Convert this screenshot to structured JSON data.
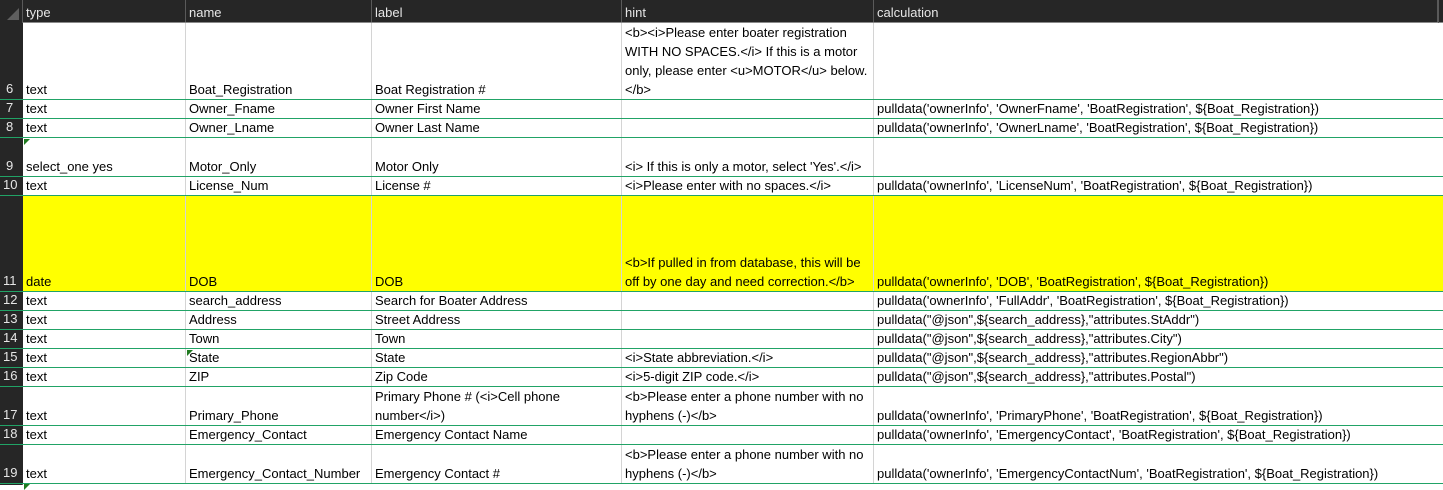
{
  "spreadsheet": {
    "columns": [
      {
        "key": "type",
        "header": "type"
      },
      {
        "key": "name",
        "header": "name"
      },
      {
        "key": "label",
        "header": "label"
      },
      {
        "key": "hint",
        "header": "hint"
      },
      {
        "key": "calculation",
        "header": "calculation"
      }
    ],
    "colors": {
      "header_bg": "#262626",
      "header_text": "#e6e6e6",
      "row_border": "#21a366",
      "highlight": "#ffff00",
      "comment_marker": "#1f7a1f"
    },
    "rows": [
      {
        "num": "6",
        "type": "text",
        "name": "Boat_Registration",
        "label": "Boat Registration #",
        "hint": "<b><i>Please enter boater registration WITH NO SPACES.</i> If this is a motor only, please enter <u>MOTOR</u> below. </b>",
        "calculation": ""
      },
      {
        "num": "7",
        "type": "text",
        "name": "Owner_Fname",
        "label": "Owner First Name",
        "hint": "",
        "calculation": "pulldata('ownerInfo', 'OwnerFname', 'BoatRegistration', ${Boat_Registration})"
      },
      {
        "num": "8",
        "type": "text",
        "name": "Owner_Lname",
        "label": "Owner Last Name",
        "hint": "",
        "calculation": "pulldata('ownerInfo', 'OwnerLname', 'BoatRegistration', ${Boat_Registration})"
      },
      {
        "num": "9",
        "type": "select_one yes",
        "name": "Motor_Only",
        "label": "Motor Only",
        "hint": "<i> If this is only a motor, select 'Yes'.</i>",
        "calculation": ""
      },
      {
        "num": "10",
        "type": "text",
        "name": "License_Num",
        "label": "License #",
        "hint": "<i>Please enter with no spaces.</i>",
        "calculation": "pulldata('ownerInfo', 'LicenseNum', 'BoatRegistration', ${Boat_Registration})"
      },
      {
        "num": "11",
        "type": "date",
        "name": "DOB",
        "label": "DOB",
        "hint": "<b>If pulled in from database, this will be off by one day and need correction.</b>",
        "calculation": "pulldata('ownerInfo', 'DOB', 'BoatRegistration', ${Boat_Registration})"
      },
      {
        "num": "12",
        "type": "text",
        "name": "search_address",
        "label": "Search for Boater Address",
        "hint": "",
        "calculation": "pulldata('ownerInfo', 'FullAddr', 'BoatRegistration', ${Boat_Registration})"
      },
      {
        "num": "13",
        "type": "text",
        "name": "Address",
        "label": "Street Address",
        "hint": "",
        "calculation": "pulldata(\"@json\",${search_address},\"attributes.StAddr\")"
      },
      {
        "num": "14",
        "type": "text",
        "name": "Town",
        "label": "Town",
        "hint": "",
        "calculation": "pulldata(\"@json\",${search_address},\"attributes.City\")"
      },
      {
        "num": "15",
        "type": "text",
        "name": "State",
        "label": "State",
        "hint": "<i>State abbreviation.</i>",
        "calculation": "pulldata(\"@json\",${search_address},\"attributes.RegionAbbr\")"
      },
      {
        "num": "16",
        "type": "text",
        "name": "ZIP",
        "label": "Zip Code",
        "hint": "<i>5-digit ZIP code.</i>",
        "calculation": "pulldata(\"@json\",${search_address},\"attributes.Postal\")"
      },
      {
        "num": "17",
        "type": "text",
        "name": "Primary_Phone",
        "label": "Primary Phone # (<i>Cell phone number</i>)",
        "hint": "<b>Please enter a phone number with no hyphens (-)</b>",
        "calculation": "pulldata('ownerInfo', 'PrimaryPhone', 'BoatRegistration', ${Boat_Registration})"
      },
      {
        "num": "18",
        "type": "text",
        "name": "Emergency_Contact",
        "label": "Emergency Contact Name",
        "hint": "",
        "calculation": "pulldata('ownerInfo', 'EmergencyContact', 'BoatRegistration', ${Boat_Registration})"
      },
      {
        "num": "19",
        "type": "text",
        "name": "Emergency_Contact_Number",
        "label": "Emergency Contact #",
        "hint": "<b>Please enter a phone number with no hyphens (-)</b>",
        "calculation": "pulldata('ownerInfo', 'EmergencyContactNum', 'BoatRegistration', ${Boat_Registration})"
      }
    ]
  }
}
